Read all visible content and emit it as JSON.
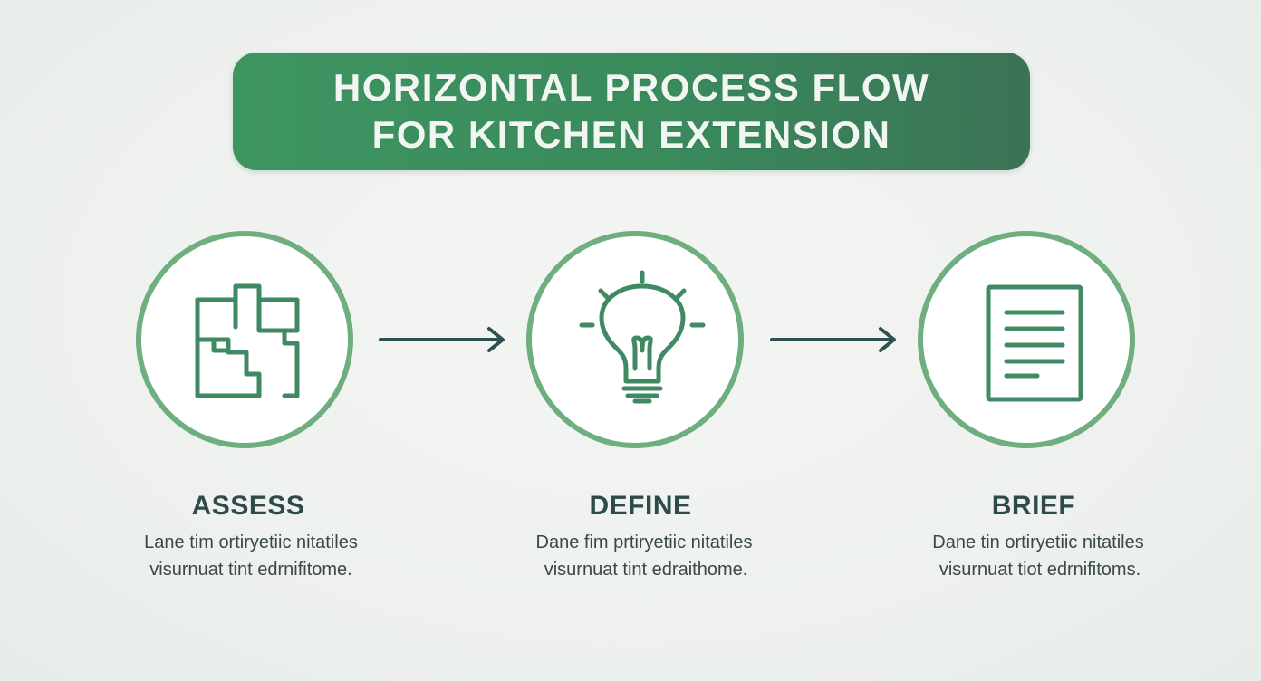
{
  "title": {
    "line1": "HORIZONTAL PROCESS FLOW",
    "line2": "FOR KITCHEN EXTENSION"
  },
  "colors": {
    "banner": "#3a8a5c",
    "circle_ring": "#6fae7f",
    "icon_stroke": "#3f8a63",
    "arrow": "#2f5050",
    "step_title": "#2f4a4a"
  },
  "steps": [
    {
      "icon": "floor-plan-icon",
      "title": "ASSESS",
      "desc_line1": "Lane tim ortiryetiic nitatiles",
      "desc_line2": "visurnuat tint edrnifitome."
    },
    {
      "icon": "lightbulb-icon",
      "title": "DEFINE",
      "desc_line1": "Dane fim prtiryetiic nitatiles",
      "desc_line2": "visurnuat tint edraithome."
    },
    {
      "icon": "document-icon",
      "title": "BRIEF",
      "desc_line1": "Dane tin ortiryetiic nitatiles",
      "desc_line2": "visurnuat tiot edrnifitoms."
    }
  ]
}
